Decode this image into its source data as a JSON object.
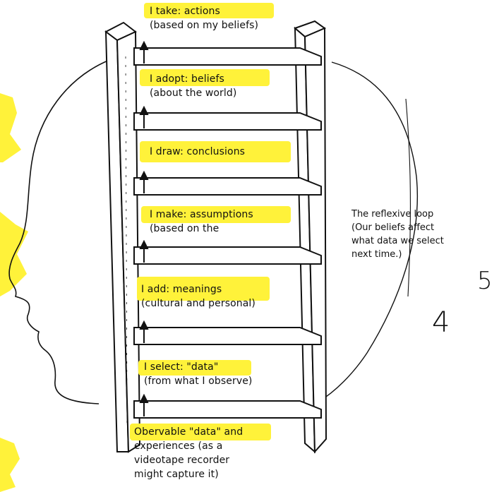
{
  "colors": {
    "highlight": "#fff23a",
    "ink": "#111111"
  },
  "rungs": [
    {
      "line1": "I take: actions",
      "line2": "(based on my beliefs)"
    },
    {
      "line1": "I adopt: beliefs",
      "line2": "(about the world)"
    },
    {
      "line1": "I draw: conclusions",
      "line2": ""
    },
    {
      "line1": "I make: assumptions",
      "line2": "(based on the"
    },
    {
      "line1": "I add: meanings",
      "line2": "(cultural and personal)"
    },
    {
      "line1": "I select: \"data\"",
      "line2": "(from what I observe)"
    },
    {
      "line1": "Obervable \"data\" and",
      "line2": "experiences (as a"
    }
  ],
  "bottom_caption": {
    "line3": "videotape recorder",
    "line4": "might capture it)"
  },
  "reflexive_note": [
    "The reflexive loop",
    "(Our beliefs affect",
    "what data we select",
    "next time.)"
  ],
  "handwritten_numbers": [
    "5",
    "4"
  ]
}
